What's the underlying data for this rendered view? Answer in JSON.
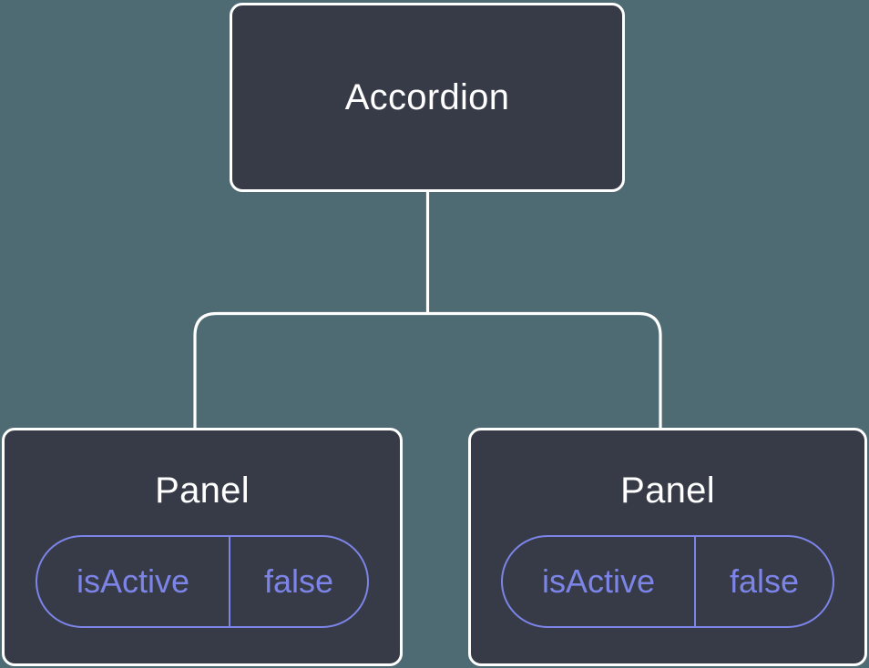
{
  "tree": {
    "root": {
      "label": "Accordion"
    },
    "children": [
      {
        "label": "Panel",
        "state": {
          "name": "isActive",
          "value": "false"
        }
      },
      {
        "label": "Panel",
        "state": {
          "name": "isActive",
          "value": "false"
        }
      }
    ]
  },
  "colors": {
    "background": "#4e6a72",
    "node_fill": "#363b47",
    "node_border": "#ffffff",
    "node_label": "#ffffff",
    "state_accent": "#7d84e8"
  }
}
